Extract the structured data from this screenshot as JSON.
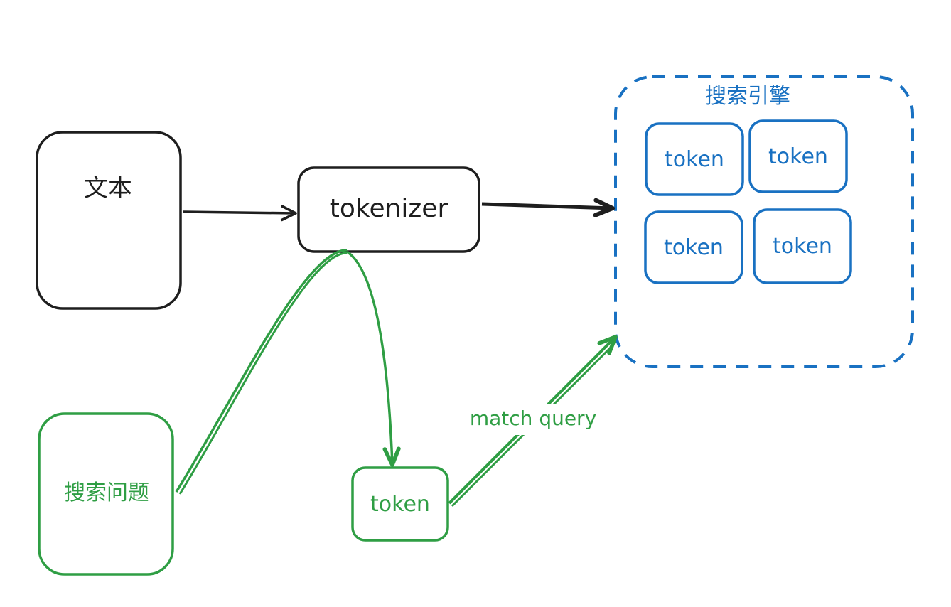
{
  "diagram": {
    "colors": {
      "black": "#1e1e1e",
      "green": "#2f9e44",
      "blue": "#1971c2"
    },
    "nodes": {
      "text_box": {
        "label": "文本"
      },
      "tokenizer": {
        "label": "tokenizer"
      },
      "search_engine": {
        "label": "搜索引擎",
        "tokens": [
          "token",
          "token",
          "token",
          "token"
        ]
      },
      "search_question": {
        "label": "搜索问题"
      },
      "query_token": {
        "label": "token"
      }
    },
    "edges": {
      "text_to_tokenizer": {
        "label": ""
      },
      "tokenizer_to_engine": {
        "label": ""
      },
      "question_to_tokenizer": {
        "label": ""
      },
      "tokenizer_to_token": {
        "label": ""
      },
      "token_to_engine": {
        "label": "match query"
      }
    }
  }
}
